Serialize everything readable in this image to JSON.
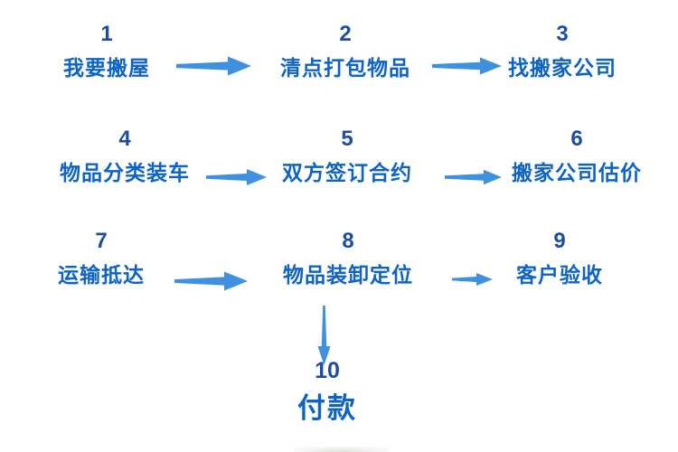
{
  "diagram": {
    "type": "flowchart",
    "description_language": "zh",
    "steps": [
      {
        "number": "1",
        "label": "我要搬屋"
      },
      {
        "number": "2",
        "label": "清点打包物品"
      },
      {
        "number": "3",
        "label": "找搬家公司"
      },
      {
        "number": "4",
        "label": "物品分类装车"
      },
      {
        "number": "5",
        "label": "双方签订合约"
      },
      {
        "number": "6",
        "label": "搬家公司估价"
      },
      {
        "number": "7",
        "label": "运输抵达"
      },
      {
        "number": "8",
        "label": "物品装卸定位"
      },
      {
        "number": "9",
        "label": "客户验收"
      },
      {
        "number": "10",
        "label": "付款"
      }
    ],
    "connections": [
      {
        "from": "1",
        "to": "2",
        "direction": "right"
      },
      {
        "from": "2",
        "to": "3",
        "direction": "right"
      },
      {
        "from": "4",
        "to": "5",
        "direction": "right"
      },
      {
        "from": "5",
        "to": "6",
        "direction": "right"
      },
      {
        "from": "7",
        "to": "8",
        "direction": "right"
      },
      {
        "from": "8",
        "to": "9",
        "direction": "right"
      },
      {
        "from": "8",
        "to": "10",
        "direction": "down"
      }
    ],
    "icons": {
      "arrow_right": "→",
      "arrow_down": "↓"
    },
    "colors": {
      "background": "#ffffff",
      "step_number": "#1b4ea3",
      "step_label": "#0d63c6",
      "arrow": "#3f90df"
    }
  }
}
